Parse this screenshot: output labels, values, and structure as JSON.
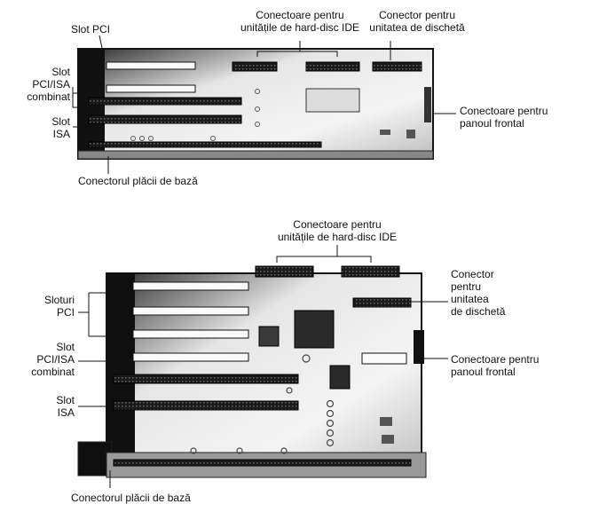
{
  "diagram_top": {
    "label_slot_pci": "Slot PCI",
    "label_pci_isa_line1": "Slot",
    "label_pci_isa_line2": "PCI/ISA",
    "label_pci_isa_line3": "combinat",
    "label_isa_line1": "Slot",
    "label_isa_line2": "ISA",
    "label_ide_line1": "Conectoare pentru",
    "label_ide_line2": "unitățile de hard-disc IDE",
    "label_floppy_line1": "Conector pentru",
    "label_floppy_line2": "unitatea de dischetă",
    "label_front_line1": "Conectoare pentru",
    "label_front_line2": "panoul frontal",
    "label_baseboard": "Conectorul plăcii de bază"
  },
  "diagram_bottom": {
    "label_ide_line1": "Conectoare pentru",
    "label_ide_line2": "unitățile de hard-disc IDE",
    "label_floppy_line1": "Conector",
    "label_floppy_line2": "pentru",
    "label_floppy_line3": "unitatea",
    "label_floppy_line4": "de dischetă",
    "label_pci_line1": "Sloturi",
    "label_pci_line2": "PCI",
    "label_pci_isa_line1": "Slot",
    "label_pci_isa_line2": "PCI/ISA",
    "label_pci_isa_line3": "combinat",
    "label_isa_line1": "Slot",
    "label_isa_line2": "ISA",
    "label_front_line1": "Conectoare pentru",
    "label_front_line2": "panoul frontal",
    "label_baseboard": "Conectorul plăcii de bază"
  }
}
